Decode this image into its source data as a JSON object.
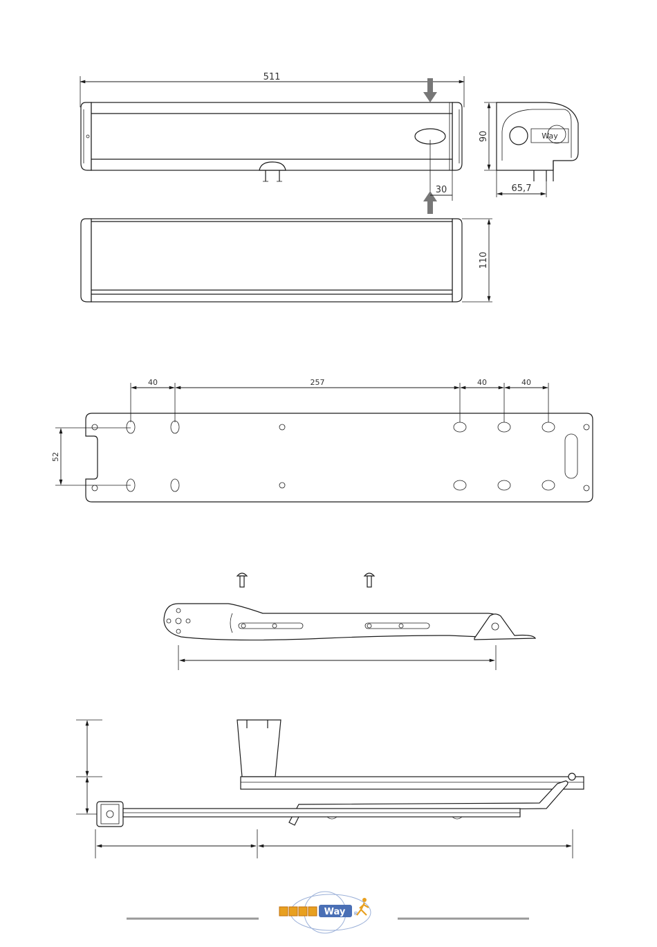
{
  "top_view": {
    "length_label": "511",
    "offset_label": "30"
  },
  "side_view": {
    "height_label": "90",
    "depth_label": "65,7",
    "logo_text": "Way"
  },
  "front_view": {
    "height_label": "110"
  },
  "mounting_plate": {
    "spacing_1": "40",
    "spacing_2": "257",
    "spacing_3": "40",
    "spacing_4": "40",
    "vertical_spacing": "52"
  },
  "footer": {
    "logo_text": "Way",
    "logo_registered": "®",
    "colors": {
      "logo_blue": "#4a6fb5",
      "logo_orange": "#e8a020",
      "rule_gray": "#999999"
    }
  }
}
